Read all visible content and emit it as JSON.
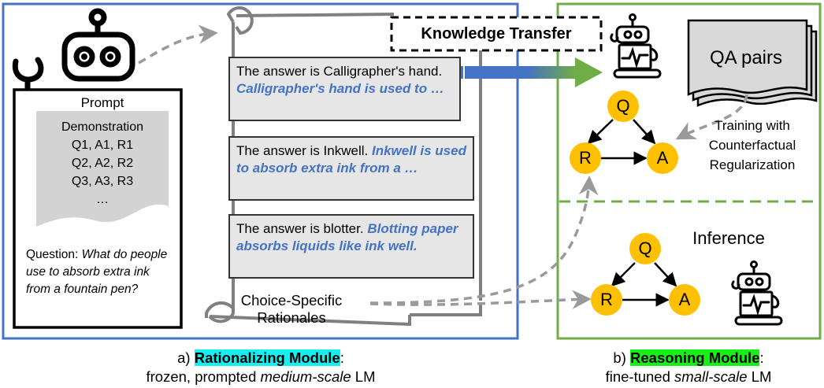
{
  "left_module": {
    "prompt": {
      "title": "Prompt",
      "demonstration_heading": "Demonstration",
      "demonstrations": [
        "Q1, A1, R1",
        "Q2, A2, R2",
        "Q3, A3, R3",
        "…"
      ],
      "question_label": "Question:",
      "question_text": "What do people use to absorb extra ink from a fountain pen?"
    },
    "knowledge_transfer_label": "Knowledge Transfer",
    "rationales": [
      {
        "answer": "The answer is Calligrapher's hand.",
        "explanation": "Calligrapher's hand is used to …"
      },
      {
        "answer": "The answer is Inkwell.",
        "explanation": "Inkwell is used to absorb extra ink from a …"
      },
      {
        "answer": "The answer is blotter.",
        "explanation": "Blotting paper absorbs liquids like ink well."
      }
    ],
    "choice_specific_label": "Choice-Specific Rationales"
  },
  "right_module": {
    "qa_pairs_label": "QA pairs",
    "training_label": [
      "Training with",
      "Counterfactual",
      "Regularization"
    ],
    "inference_label": "Inference",
    "nodes": {
      "question": "Q",
      "rationale": "R",
      "answer": "A"
    }
  },
  "captions": {
    "left": {
      "prefix": "a) ",
      "highlight": "Rationalizing Module",
      "suffix": ":",
      "line2_pre": "frozen, prompted ",
      "line2_em": "medium-scale",
      "line2_post": " LM"
    },
    "right": {
      "prefix": "b) ",
      "highlight": "Reasoning Module",
      "suffix": ":",
      "line2_pre": "fine-tuned ",
      "line2_em": "small-scale",
      "line2_post": " LM"
    }
  },
  "colors": {
    "left_border": "#4472c4",
    "right_border": "#70ad47",
    "node_fill": "#ffc000",
    "explanation_text": "#4472c4",
    "highlight_left": "#14f0f0",
    "highlight_right": "#16f016"
  }
}
